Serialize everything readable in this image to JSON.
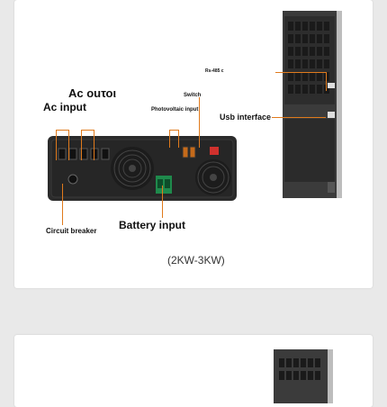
{
  "front_panel": {
    "ac_output": "Ac ouτοι",
    "ac_input": "Ac input",
    "photovoltaic_input": "Photovoltaic input",
    "switch": "Switch",
    "circuit_breaker": "Circuit breaker",
    "battery_input": "Battery input"
  },
  "side_panel": {
    "rs485": "Rs-485 c",
    "usb_interface": "Usb interface"
  },
  "caption": "(2KW-3KW)",
  "colors": {
    "callout": "#e07a1c",
    "device_body": "#2a2a2a",
    "background": "#e9e9e9",
    "card": "#ffffff"
  }
}
